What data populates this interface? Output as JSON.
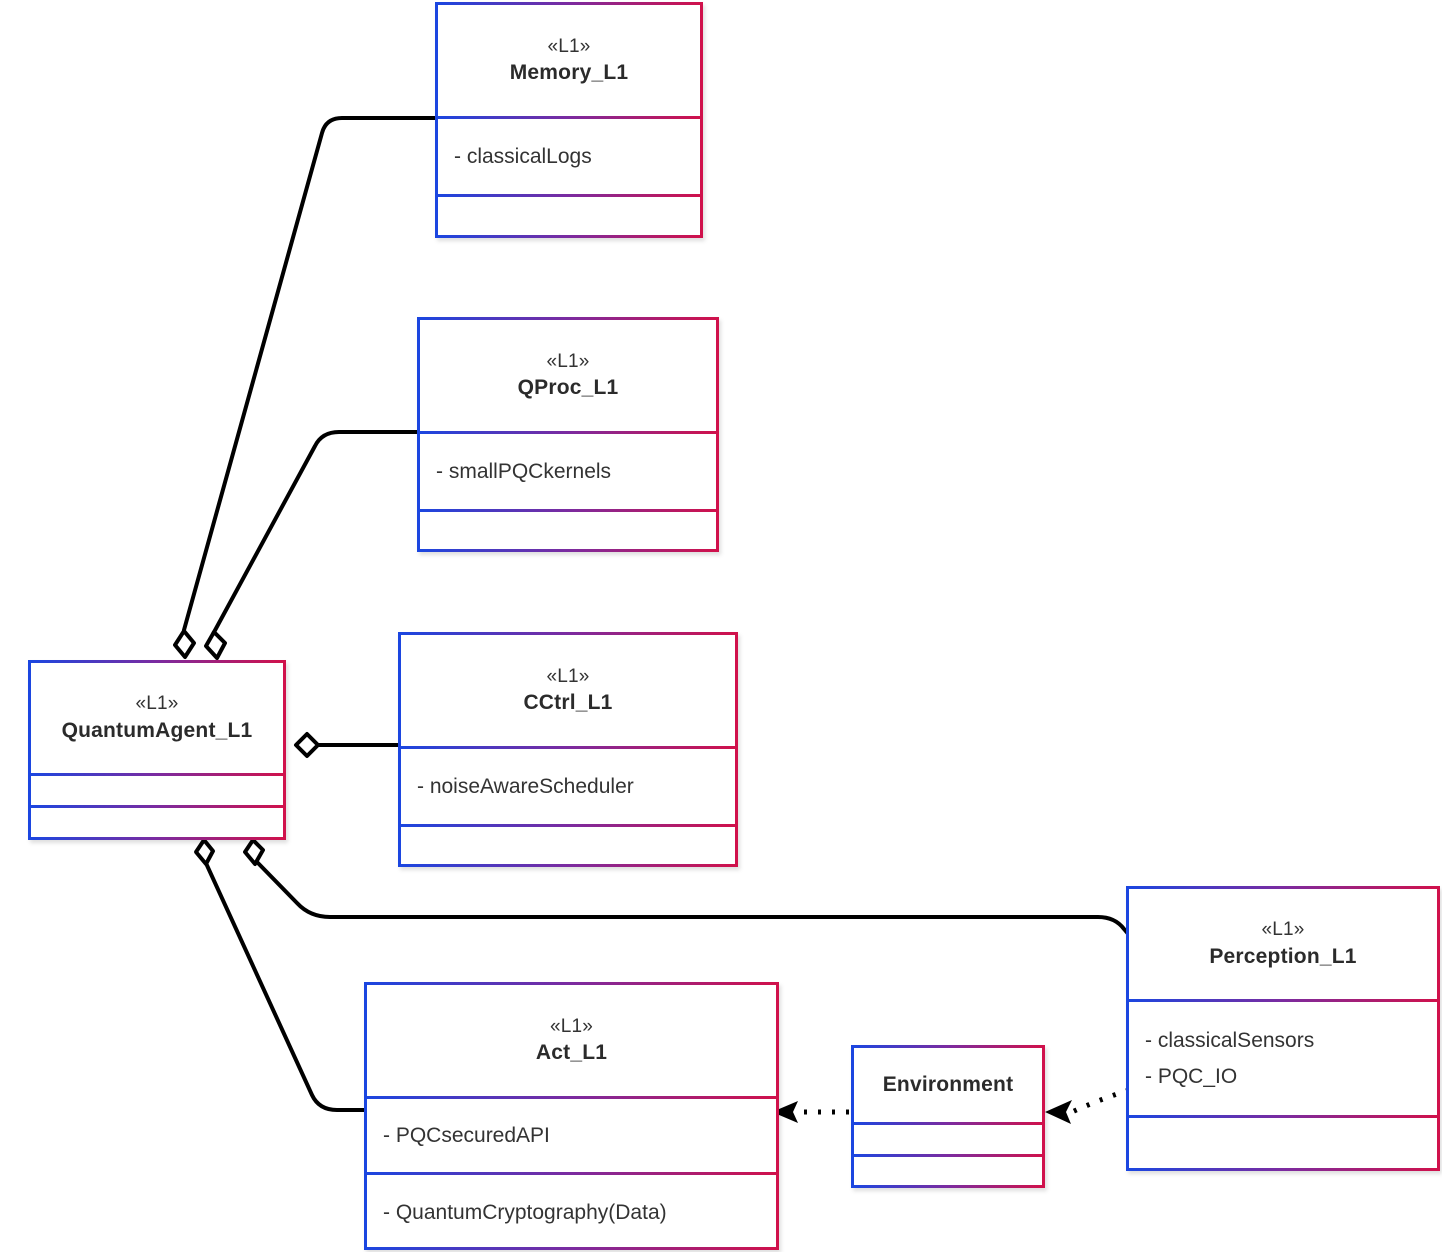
{
  "diagram": {
    "kind": "uml-class-diagram",
    "background": "#ffffff",
    "palette": {
      "border_left": "#1b46e0",
      "border_mid": "#7b2ba0",
      "border_right": "#d0114b",
      "edge_line": "#000000",
      "text": "#333333",
      "title_text": "#2b2b2b"
    }
  },
  "classes": [
    {
      "id": "memory",
      "stereotype": "«L1»",
      "name": "Memory_L1",
      "attributes": [
        "- classicalLogs"
      ],
      "empty_compartments": 1
    },
    {
      "id": "qproc",
      "stereotype": "«L1»",
      "name": "QProc_L1",
      "attributes": [
        "- smallPQCkernels"
      ],
      "empty_compartments": 1
    },
    {
      "id": "quantumagent",
      "stereotype": "«L1»",
      "name": "QuantumAgent_L1",
      "attributes": [],
      "empty_compartments": 2
    },
    {
      "id": "cctrl",
      "stereotype": "«L1»",
      "name": "CCtrl_L1",
      "attributes": [
        "- noiseAwareScheduler"
      ],
      "empty_compartments": 1
    },
    {
      "id": "perception",
      "stereotype": "«L1»",
      "name": "Perception_L1",
      "attributes": [
        "- classicalSensors",
        "- PQC_IO"
      ],
      "empty_compartments": 1
    },
    {
      "id": "act",
      "stereotype": "«L1»",
      "name": "Act_L1",
      "attributes": [
        "- PQCsecuredAPI",
        "- QuantumCryptography(Data)"
      ],
      "empty_compartments": 0
    },
    {
      "id": "environment",
      "stereotype": "",
      "name": "Environment",
      "attributes": [],
      "empty_compartments": 2
    }
  ],
  "relationships": [
    {
      "id": "agg-memory",
      "type": "aggregation",
      "from": "quantumagent",
      "to": "memory",
      "marker": "hollow-diamond",
      "line": "solid"
    },
    {
      "id": "agg-qproc",
      "type": "aggregation",
      "from": "quantumagent",
      "to": "qproc",
      "marker": "hollow-diamond",
      "line": "solid"
    },
    {
      "id": "agg-cctrl",
      "type": "aggregation",
      "from": "quantumagent",
      "to": "cctrl",
      "marker": "hollow-diamond",
      "line": "solid"
    },
    {
      "id": "agg-perception",
      "type": "aggregation",
      "from": "quantumagent",
      "to": "perception",
      "marker": "hollow-diamond",
      "line": "solid"
    },
    {
      "id": "agg-act",
      "type": "aggregation",
      "from": "quantumagent",
      "to": "act",
      "marker": "hollow-diamond",
      "line": "solid"
    },
    {
      "id": "dep-env-act",
      "type": "dependency",
      "from": "environment",
      "to": "act",
      "marker": "filled-arrow",
      "line": "dotted"
    },
    {
      "id": "dep-perc-env",
      "type": "dependency",
      "from": "perception",
      "to": "environment",
      "marker": "filled-arrow",
      "line": "dotted"
    }
  ]
}
